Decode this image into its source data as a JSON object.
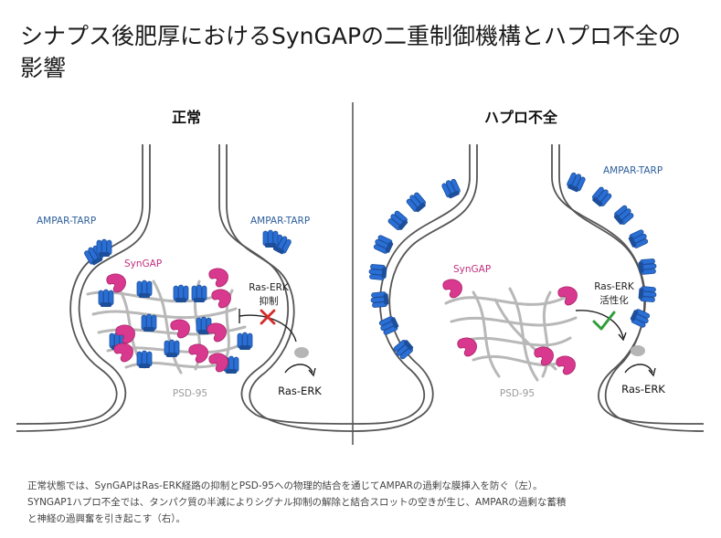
{
  "title": "シナプス後肥厚におけるSynGAPの二重制御機構とハプロ不全の影響",
  "panels": {
    "normal": {
      "heading": "正常",
      "ampar_label_left": "AMPAR-TARP",
      "ampar_label_right": "AMPAR-TARP",
      "syngap_label": "SynGAP",
      "signal_label_line1": "Ras-ERK",
      "signal_label_line2": "抑制",
      "ras_erk_label": "Ras-ERK",
      "psd95_label": "PSD-95"
    },
    "haplo": {
      "heading": "ハプロ不全",
      "ampar_label": "AMPAR-TARP",
      "syngap_label": "SynGAP",
      "signal_label_line1": "Ras-ERK",
      "signal_label_line2": "活性化",
      "ras_erk_label": "Ras-ERK",
      "psd95_label": "PSD-95"
    }
  },
  "caption": {
    "line1": "正常状態では、SynGAPはRas-ERK経路の抑制とPSD-95への物理的結合を通じてAMPARの過剰な膜挿入を防ぐ（左）。",
    "line2": "SYNGAP1ハプロ不全では、タンパク質の半減によりシグナル抑制の解除と結合スロットの空きが生じ、AMPARの過剰な蓄積",
    "line3": "と神経の過興奮を引き起こす（右）。"
  },
  "colors": {
    "membrane": "#555555",
    "ampar": "#2a6fd6",
    "ampar_dark": "#1d4e99",
    "syngap": "#d9388f",
    "psd95": "#b8b8b8",
    "inhibit_x": "#d62a2a",
    "check": "#2e9e3a",
    "ampar_label": "#2d5f9a",
    "syngap_label": "#c0307e"
  }
}
